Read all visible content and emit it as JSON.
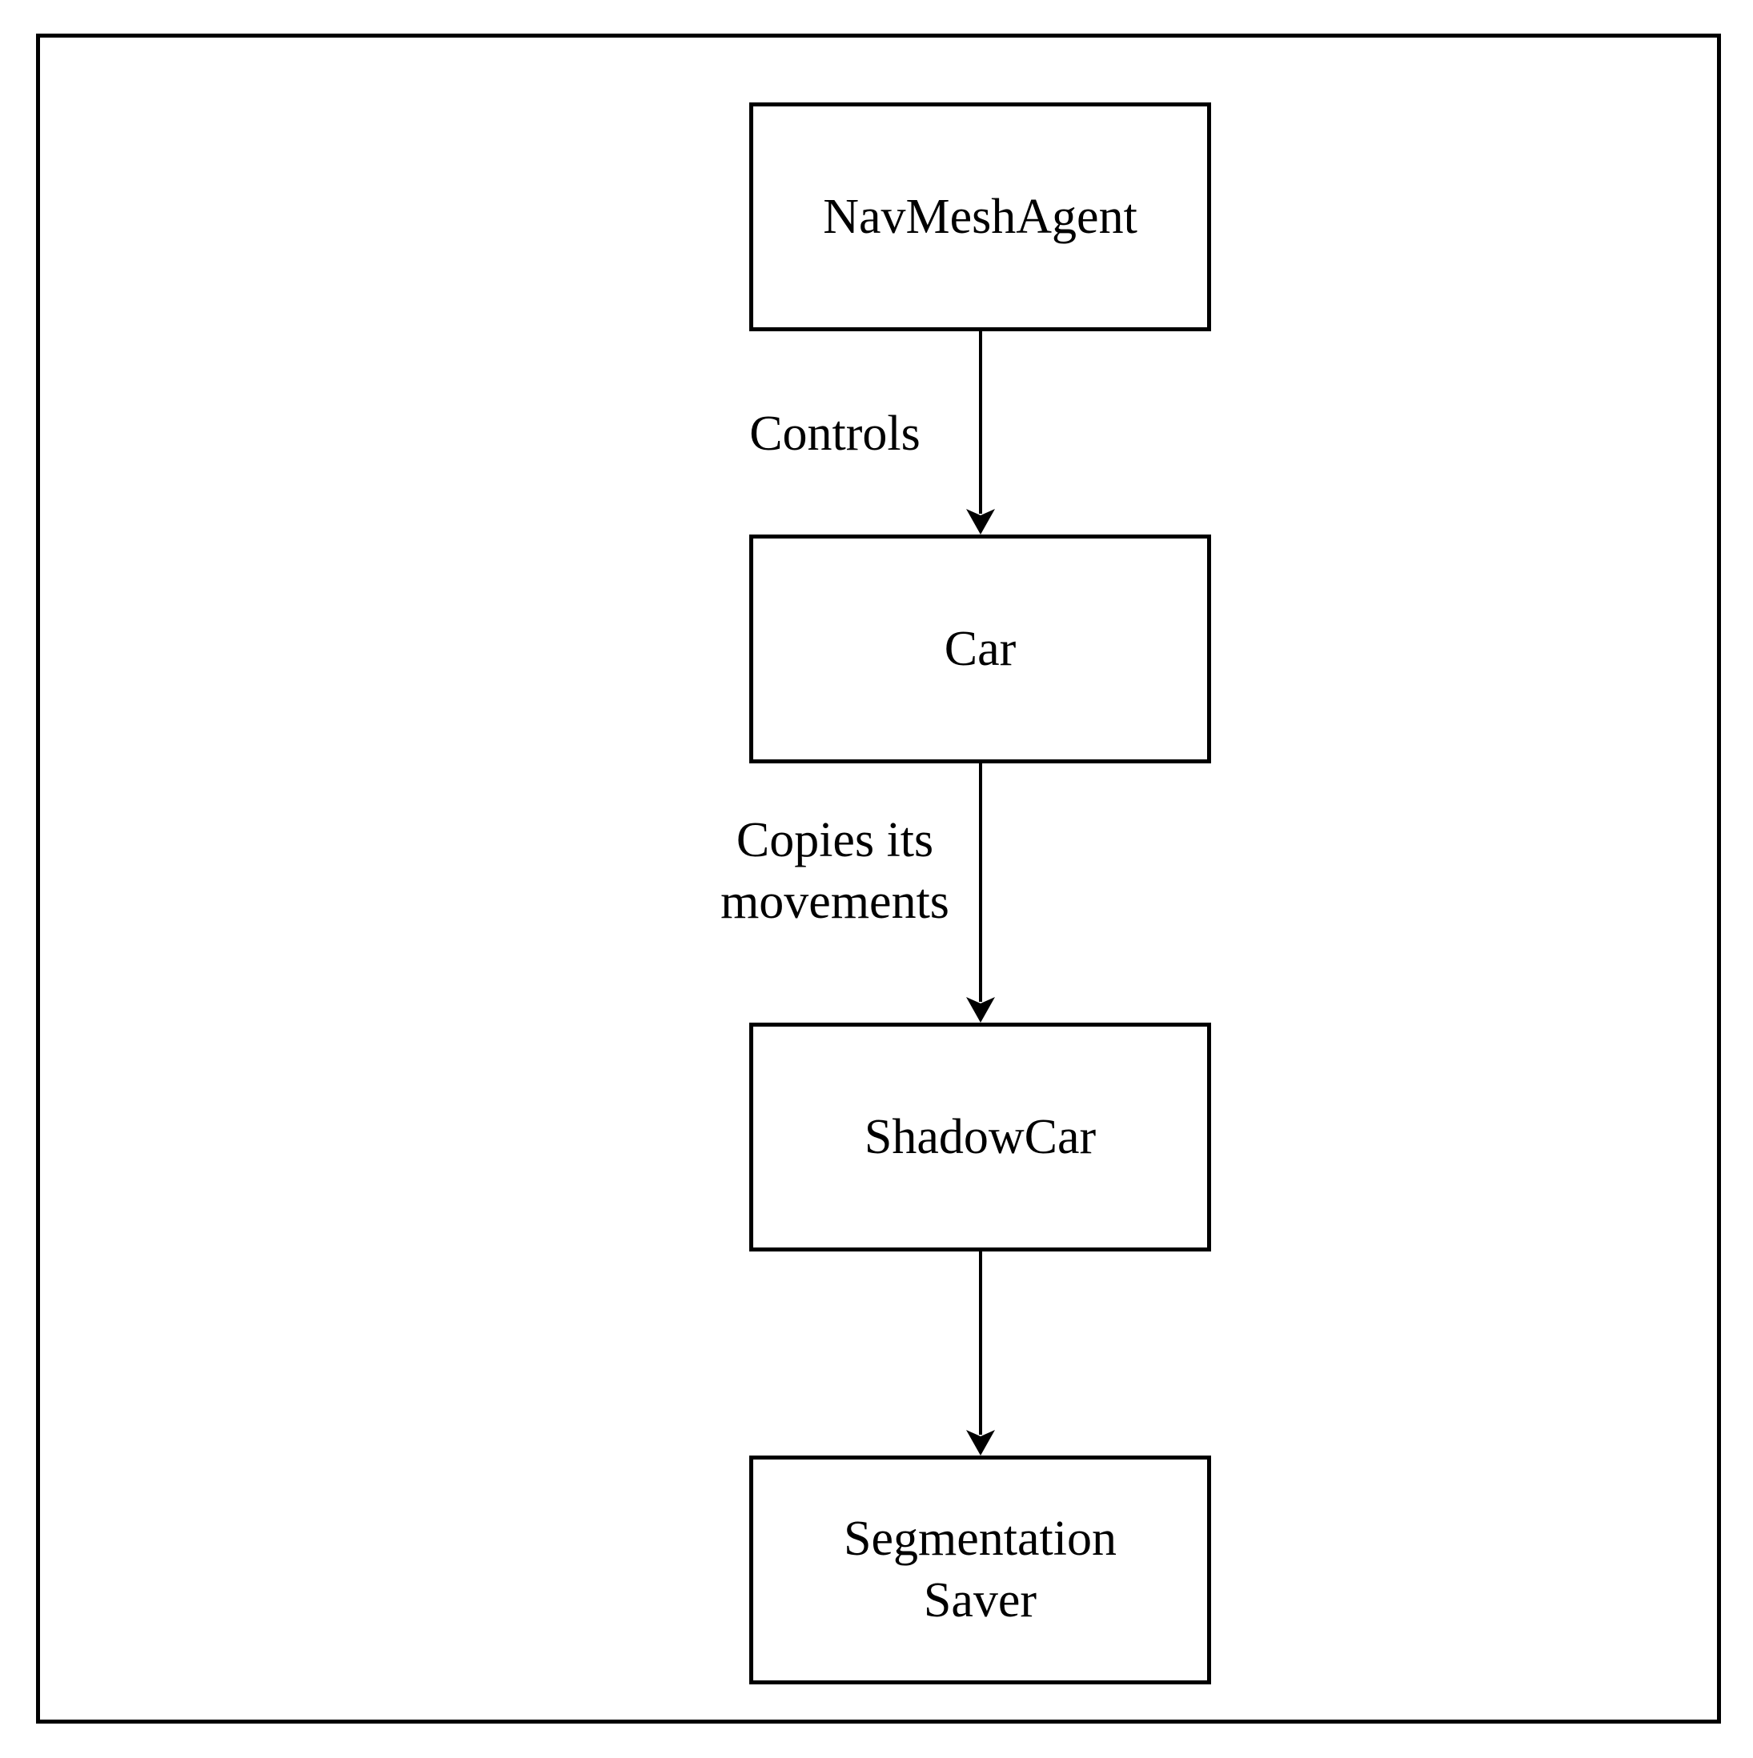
{
  "colors": {
    "stroke": "#000000",
    "background": "#ffffff"
  },
  "diagram": {
    "type": "flowchart",
    "direction": "top-down",
    "nodes": [
      {
        "id": "navmeshagent",
        "label": "NavMeshAgent"
      },
      {
        "id": "car",
        "label": "Car"
      },
      {
        "id": "shadowcar",
        "label": "ShadowCar"
      },
      {
        "id": "segmentation-saver",
        "label": "Segmentation Saver"
      }
    ],
    "edges": [
      {
        "from": "navmeshagent",
        "to": "car",
        "label": "Controls"
      },
      {
        "from": "car",
        "to": "shadowcar",
        "label": "Copies its movements"
      },
      {
        "from": "shadowcar",
        "to": "segmentation-saver",
        "label": ""
      }
    ]
  }
}
